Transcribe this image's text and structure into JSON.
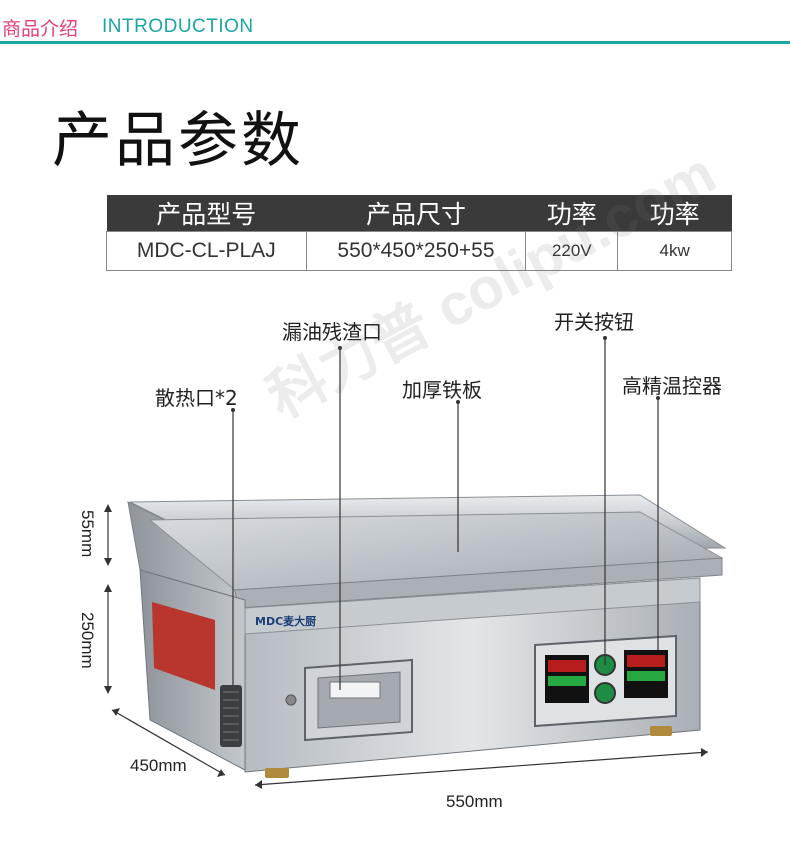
{
  "header": {
    "title_cn": "商品介绍",
    "title_en": "INTRODUCTION",
    "accent_color": "#1aa6a6",
    "cn_color": "#e0407a"
  },
  "section_title": "产品参数",
  "spec_table": {
    "headers": [
      "产品型号",
      "产品尺寸",
      "功率",
      "功率"
    ],
    "rows": [
      [
        "MDC-CL-PLAJ",
        "550*450*250+55",
        "220V",
        "4kw"
      ]
    ]
  },
  "callouts": {
    "oil_drain": "漏油残渣口",
    "switch": "开关按钮",
    "vent": "散热口*2",
    "plate": "加厚铁板",
    "thermostat": "高精温控器"
  },
  "dimensions": {
    "rim_height": "55mm",
    "body_height": "250mm",
    "depth": "450mm",
    "width": "550mm"
  },
  "brand": "MDC麦大厨",
  "watermark": "科力普 colipu.com"
}
